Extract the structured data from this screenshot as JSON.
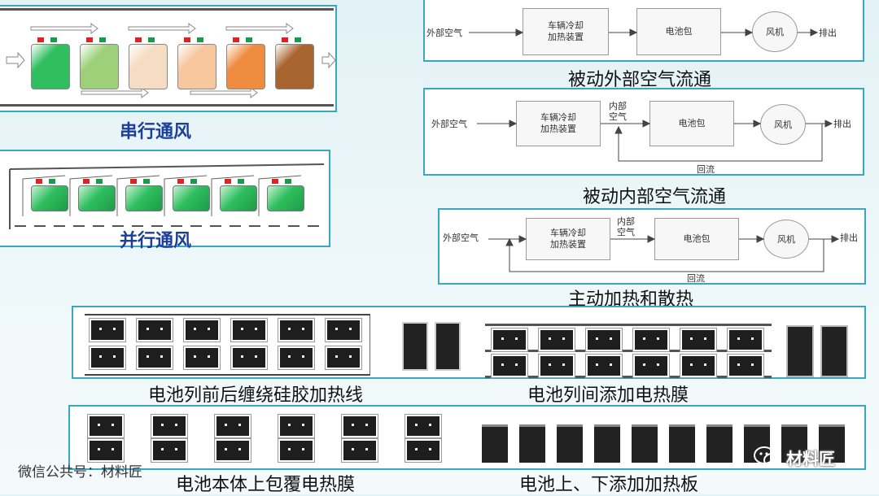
{
  "labels": {
    "series_vent": "串行通风",
    "parallel_vent": "并行通风",
    "passive_external": "被动外部空气流通",
    "passive_internal": "被动内部空气流通",
    "active": "主动加热和散热",
    "wrap_wire": "电池列前后缠绕硅胶加热线",
    "film_between": "电池列间添加电热膜",
    "film_cover": "电池本体上包覆电热膜",
    "plate_updown": "电池上、下添加加热板",
    "watermark": "微信公共号：材料匠",
    "logo": "材料匠"
  },
  "flow": {
    "outside_air": "外部空气",
    "heater_line1": "车辆冷却",
    "heater_line2": "加热装置",
    "battery": "电池包",
    "fan": "风机",
    "exhaust": "排出",
    "inner_air_line1": "内部",
    "inner_air_line2": "空气",
    "recirculation": "回流"
  },
  "colors": {
    "accent": "#3aa7c2",
    "caption_blue": "#1c3f9a",
    "battery_gradient": [
      "#2fbf5f",
      "#9ed07a",
      "#f6dcc2",
      "#f7c79e",
      "#ef8c3f",
      "#a8642e"
    ]
  }
}
